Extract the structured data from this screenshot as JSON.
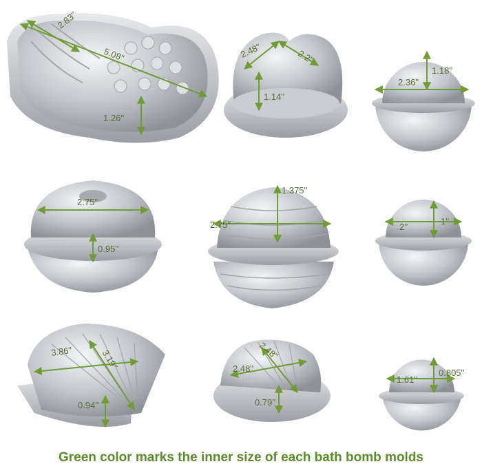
{
  "caption": "Green color marks the inner size of each bath bomb molds",
  "colors": {
    "dimension_arrow": "#6f9c34",
    "caption": "#5d8c2c",
    "metal": "#b9bcc1"
  },
  "molds": [
    {
      "shape": "pineapple",
      "labels": [
        "2.83''",
        "5.08''",
        "1.26''"
      ]
    },
    {
      "shape": "heart",
      "labels": [
        "2.48''",
        "2.2''",
        "1.14''"
      ]
    },
    {
      "shape": "sphere-large",
      "labels": [
        "2.36''",
        "1.18''"
      ]
    },
    {
      "shape": "donut",
      "labels": [
        "2.75''",
        "0.95''"
      ]
    },
    {
      "shape": "beehive",
      "labels": [
        "1.375''",
        "2.75''"
      ]
    },
    {
      "shape": "sphere-medium",
      "labels": [
        "2''",
        "1''"
      ]
    },
    {
      "shape": "fan-shell",
      "labels": [
        "3.86''",
        "3.19''",
        "0.94''"
      ]
    },
    {
      "shape": "scallop-shell",
      "labels": [
        "2.48''",
        "2.48''",
        "0.79''"
      ]
    },
    {
      "shape": "sphere-small",
      "labels": [
        "1.61''",
        "0.805''"
      ]
    }
  ]
}
